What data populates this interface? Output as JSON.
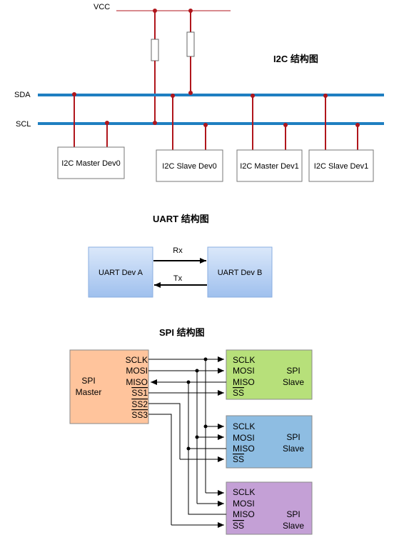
{
  "i2c": {
    "title": "I2C 结构图",
    "vcc_label": "VCC",
    "sda_label": "SDA",
    "scl_label": "SCL",
    "devices": [
      "I2C Master Dev0",
      "I2C Slave Dev0",
      "I2C Master Dev1",
      "I2C Slave Dev1"
    ],
    "colors": {
      "bus": "#1f7fc1",
      "wire": "#b0161c"
    }
  },
  "uart": {
    "title": "UART 结构图",
    "dev_a": "UART Dev A",
    "dev_b": "UART Dev B",
    "rx_label": "Rx",
    "tx_label": "Tx",
    "colors": {
      "box_top": "#dbe8fa",
      "box_bottom": "#9fc0ee"
    }
  },
  "spi": {
    "title": "SPI 结构图",
    "master": {
      "name_line1": "SPI",
      "name_line2": "Master",
      "pins": [
        "SCLK",
        "MOSI",
        "MISO",
        "SS1",
        "SS2",
        "SS3"
      ],
      "color": "#ffc49c"
    },
    "slaves": [
      {
        "pins": [
          "SCLK",
          "MOSI",
          "MISO",
          "SS"
        ],
        "name_line1": "SPI",
        "name_line2": "Slave",
        "color": "#b7e07a"
      },
      {
        "pins": [
          "SCLK",
          "MOSI",
          "MISO",
          "SS"
        ],
        "name_line1": "SPI",
        "name_line2": "Slave",
        "color": "#8ebde2"
      },
      {
        "pins": [
          "SCLK",
          "MOSI",
          "MISO",
          "SS"
        ],
        "name_line1": "SPI",
        "name_line2": "Slave",
        "color": "#c4a0d6"
      }
    ]
  }
}
